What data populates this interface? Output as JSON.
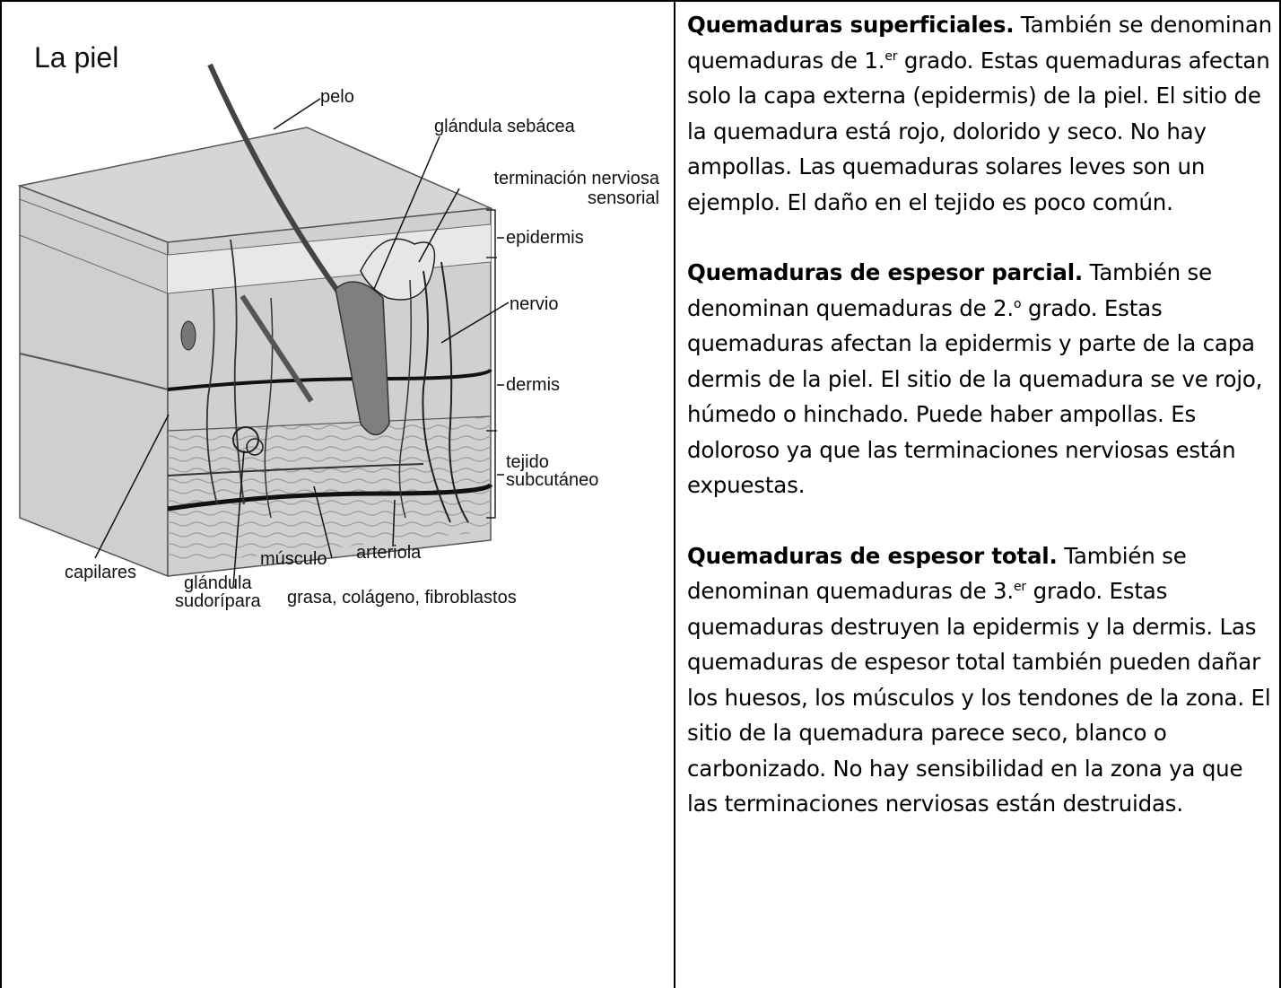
{
  "diagram": {
    "title": "La piel",
    "labels": {
      "pelo": "pelo",
      "glandula_sebacea": "glándula sebácea",
      "terminacion_1": "terminación nerviosa",
      "terminacion_2": "sensorial",
      "epidermis": "epidermis",
      "nervio": "nervio",
      "dermis": "dermis",
      "tejido_1": "tejido",
      "tejido_2": "subcutáneo",
      "capilares": "capilares",
      "musculo": "músculo",
      "arteriola": "arteriola",
      "glandula_sud_1": "glándula",
      "glandula_sud_2": "sudorípara",
      "grasa": "grasa, colágeno, fibroblastos"
    }
  },
  "sections": [
    {
      "heading": "Quemaduras superficiales.",
      "pre": " También se denominan quemaduras de 1.",
      "sup": "er",
      "post": " grado. Estas quemaduras afectan solo la capa externa (epidermis) de la piel. El sitio de la quemadura está rojo, dolorido y seco. No hay ampollas. Las quemaduras solares leves son un ejemplo. El daño en el tejido es poco común."
    },
    {
      "heading": "Quemaduras de espesor parcial.",
      "pre": " También se denominan quemaduras de 2.",
      "sup": "o",
      "post": " grado. Estas quemaduras afectan la epidermis y parte de la capa dermis de la piel. El sitio de la quemadura se ve rojo, húmedo o hinchado. Puede haber ampollas. Es doloroso ya que las terminaciones nerviosas están expuestas."
    },
    {
      "heading": "Quemaduras de espesor total.",
      "pre": " También se denominan quemaduras de 3.",
      "sup": "er",
      "post": " grado. Estas quemaduras destruyen la epidermis y la dermis. Las quemaduras de espesor total también pueden dañar los huesos, los músculos y los tendones de la zona. El sitio de la quemadura parece seco, blanco o carbonizado. No hay sensibilidad en la zona ya que las terminaciones nerviosas están destruidas."
    }
  ]
}
